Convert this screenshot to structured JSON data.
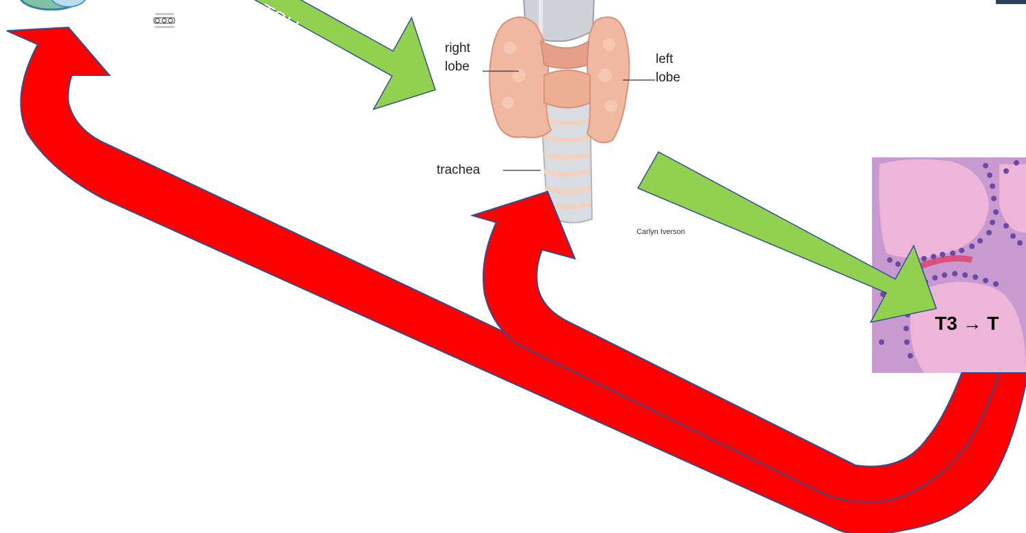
{
  "diagram": {
    "arrow_label": "TSH",
    "anatomy_labels": {
      "right_lobe": [
        "right",
        "lobe"
      ],
      "left_lobe": [
        "left",
        "lobe"
      ],
      "trachea": "trachea",
      "credit": "Carlyn Iverson"
    },
    "conversion_label": "T3 → T",
    "license_badge": "cc-by-badge-icon",
    "colors": {
      "stimulus_arrow": "#92d050",
      "feedback_arrow": "#ff0000",
      "arrow_outline": "#2f4f8f",
      "tissue_pink": "#e7a6cc",
      "thyroid_tissue": "#f0b8a0",
      "trachea": "#d9dce0"
    }
  }
}
